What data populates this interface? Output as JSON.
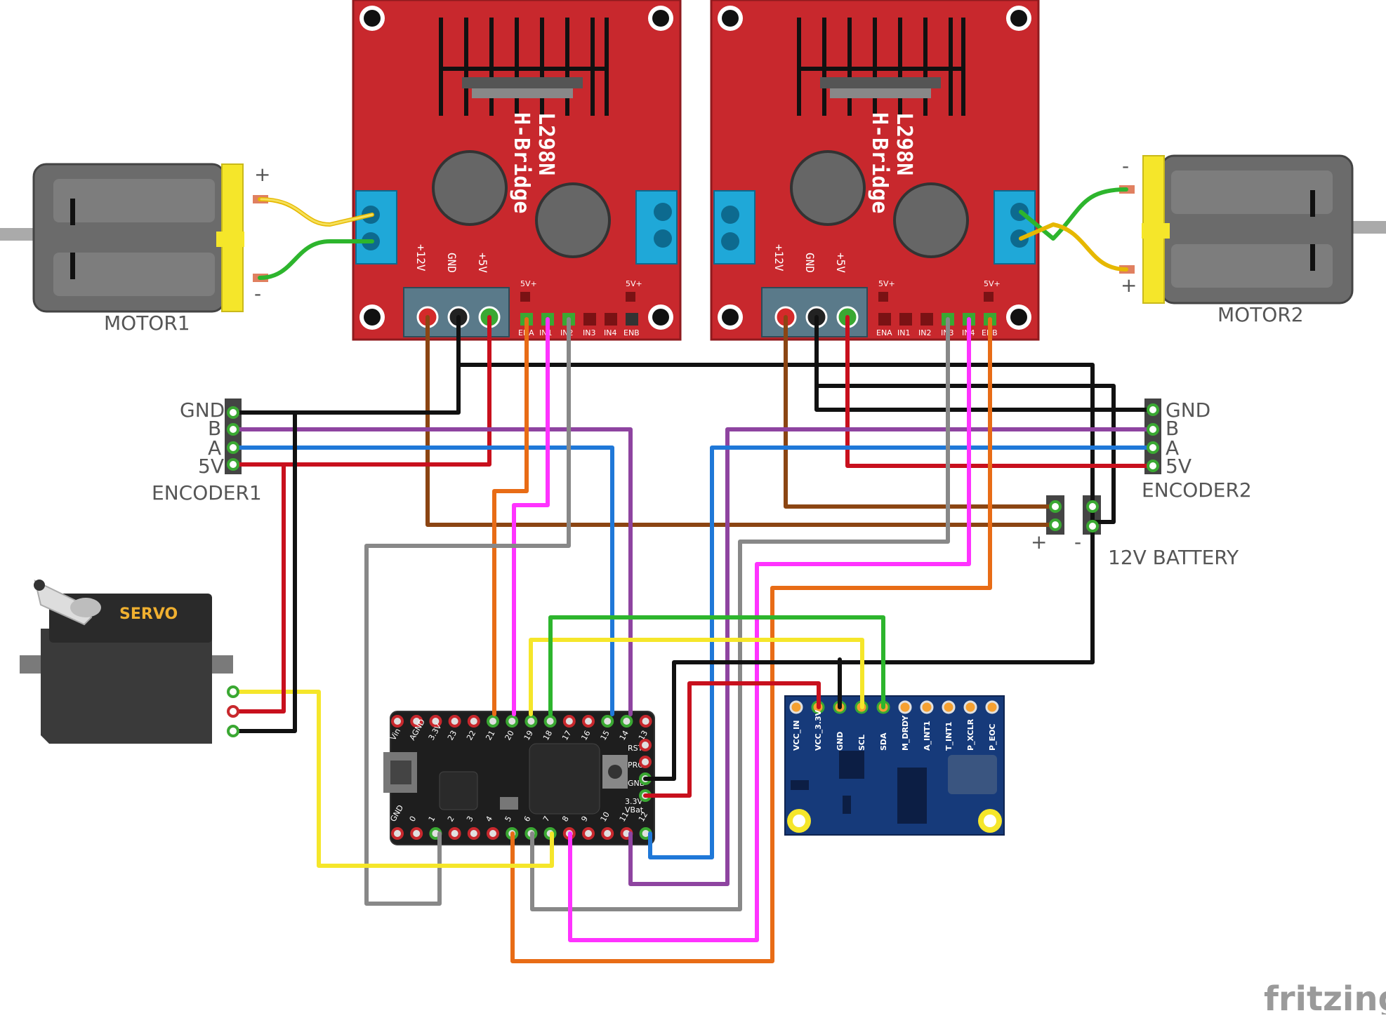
{
  "watermark": "fritzing",
  "hbridge1": {
    "chip_label": "L298N",
    "title": "H-Bridge",
    "pwr_pins": [
      "+12V",
      "GND",
      "+5V"
    ],
    "top_pins": [
      "5V+",
      "5V+"
    ],
    "ctrl_pins": [
      "ENA",
      "IN1",
      "IN2",
      "IN3",
      "IN4",
      "ENB"
    ]
  },
  "hbridge2": {
    "chip_label": "L298N",
    "title": "H-Bridge",
    "pwr_pins": [
      "+12V",
      "GND",
      "+5V"
    ],
    "top_pins": [
      "5V+",
      "5V+"
    ],
    "ctrl_pins": [
      "ENA",
      "IN1",
      "IN2",
      "IN3",
      "IN4",
      "ENB"
    ]
  },
  "motor1": {
    "label": "MOTOR1",
    "plus": "+",
    "minus": "-"
  },
  "motor2": {
    "label": "MOTOR2",
    "plus": "+",
    "minus": "-"
  },
  "encoder1": {
    "label": "ENCODER1",
    "pins": [
      "GND",
      "B",
      "A",
      "5V"
    ]
  },
  "encoder2": {
    "label": "ENCODER2",
    "pins": [
      "GND",
      "B",
      "A",
      "5V"
    ]
  },
  "battery": {
    "label": "12V BATTERY",
    "plus": "+",
    "minus": "-"
  },
  "servo": {
    "label": "SERVO"
  },
  "imu": {
    "pins": [
      "VCC_IN",
      "VCC_3.3V",
      "GND",
      "SCL",
      "SDA",
      "M_DRDY",
      "A_INT1",
      "T_INT1",
      "P_XCLR",
      "P_EOC"
    ]
  },
  "teensy": {
    "top_pins": [
      "Vin",
      "AGND",
      "3.3V",
      "23",
      "22",
      "21",
      "20",
      "19",
      "18",
      "17",
      "16",
      "15",
      "14",
      "13"
    ],
    "bottom_pins": [
      "GND",
      "0",
      "1",
      "2",
      "3",
      "4",
      "5",
      "6",
      "7",
      "8",
      "9",
      "10",
      "11",
      "12"
    ],
    "side_pins": [
      "RST",
      "PRG",
      "GND",
      "3.3V",
      "VBat"
    ]
  },
  "colors": {
    "board_red": "#c8282d",
    "terminal_blue": "#1fa8d8",
    "imu_blue": "#163a7a",
    "teensy_black": "#1e1e1e",
    "motor_gray": "#6b6b6b",
    "motor_cap": "#f5e62a",
    "pin_green": "#3aa832"
  }
}
